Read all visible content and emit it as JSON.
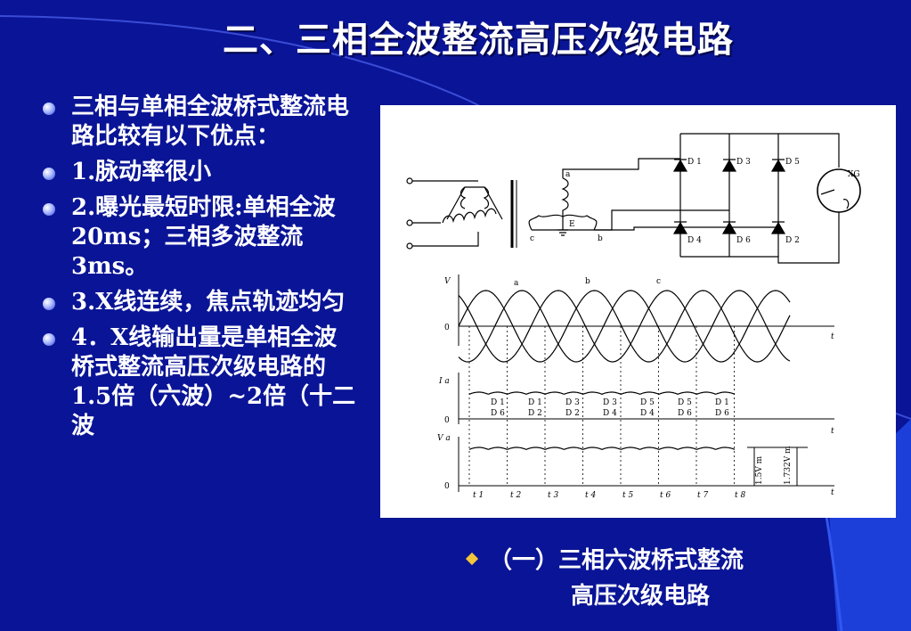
{
  "slide": {
    "title": "二、三相全波整流高压次级电路",
    "bullets": [
      "三相与单相全波桥式整流电路比较有以下优点：",
      "1.脉动率很小",
      "2.曝光最短时限:单相全波20ms；三相多波整流3ms。",
      "3.X线连续，焦点轨迹均匀",
      "4．X线输出量是单相全波桥式整流高压次级电路的1.5倍（六波）~2倍（十二波"
    ],
    "caption": {
      "line1": "（一）三相六波桥式整流",
      "line2": "高压次级电路"
    }
  },
  "figure": {
    "circuit": {
      "phase_labels": [
        "a",
        "E",
        "c",
        "b"
      ],
      "tube_label": "XG",
      "diodes_top": [
        "D 1",
        "D 3",
        "D 5"
      ],
      "diodes_bottom": [
        "D 4",
        "D 6",
        "D 2"
      ]
    },
    "voltage_plot": {
      "y_label": "V",
      "x_label": "t",
      "zero_label": "0",
      "phase_labels": [
        "a",
        "b",
        "c"
      ]
    },
    "current_plot": {
      "y_label": "I a",
      "x_label": "t",
      "zero_label": "0",
      "pairs": [
        [
          "D 1",
          "D 6"
        ],
        [
          "D 1",
          "D 2"
        ],
        [
          "D 3",
          "D 2"
        ],
        [
          "D 3",
          "D 4"
        ],
        [
          "D 5",
          "D 4"
        ],
        [
          "D 5",
          "D 6"
        ],
        [
          "D 1",
          "D 6"
        ]
      ]
    },
    "output_plot": {
      "y_label": "V a",
      "x_label": "t",
      "zero_label": "0",
      "ripple_label": "1.5V m",
      "peak_label": "1.732V m",
      "time_ticks": [
        "t 1",
        "t 2",
        "t 3",
        "t 4",
        "t 5",
        "t 6",
        "t 7",
        "t 8"
      ]
    }
  },
  "colors": {
    "background": "#0a1496",
    "text": "#ffffff",
    "bullet": "#a9b8ff",
    "diamond": "#f2c53a"
  }
}
